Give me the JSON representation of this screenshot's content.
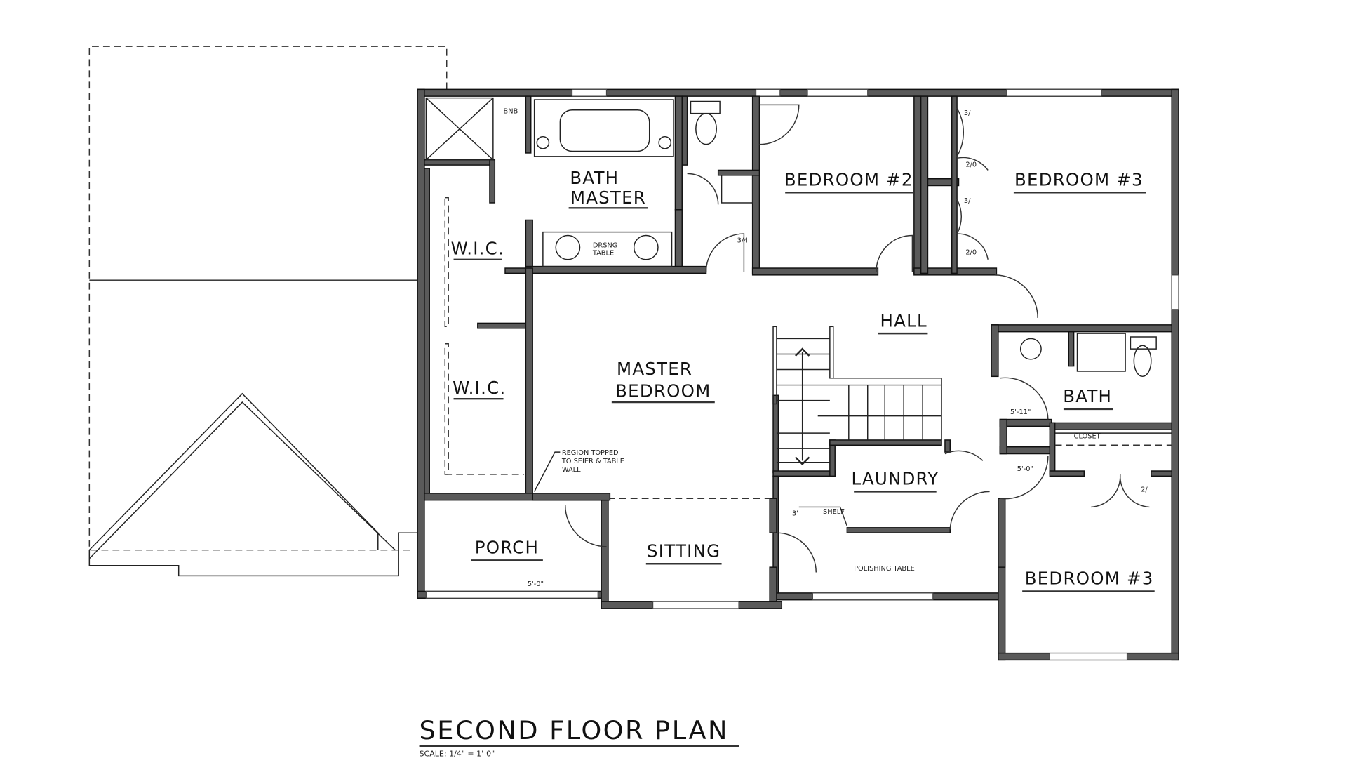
{
  "plan": {
    "title": "SECOND FLOOR PLAN",
    "scale": "SCALE: 1/4\" = 1'-0\"",
    "rooms": {
      "bath_master_1": "BATH",
      "bath_master_2": "MASTER",
      "bedroom2": "BEDROOM #2",
      "bedroom3_top": "BEDROOM #3",
      "wic_top": "W.I.C.",
      "wic_bottom": "W.I.C.",
      "hall": "HALL",
      "master_bedroom_1": "MASTER",
      "master_bedroom_2": "BEDROOM",
      "bath": "BATH",
      "laundry": "LAUNDRY",
      "porch": "PORCH",
      "sitting": "SITTING",
      "bedroom3_bottom": "BEDROOM #3"
    },
    "notes": {
      "shower_bench": "BNB",
      "dressing_table_1": "DRSNG",
      "dressing_table_2": "TABLE",
      "region_note_1": "REGION TOPPED",
      "region_note_2": "TO SEIER & TABLE",
      "region_note_3": "WALL",
      "porch_dim": "5'-0\"",
      "closet_label": "CLOSET",
      "bath_dim_1": "5'-11\"",
      "bath_dim_2": "5'-0\"",
      "laundry_shelf": "SHELF",
      "laundry_dim": "3'",
      "polishing_table": "POLISHING TABLE",
      "door_2_0_a": "2/0",
      "door_2_0_b": "2/0",
      "door_small_a": "3/",
      "door_small_b": "3/",
      "door_hall": "3/4",
      "door_closet": "2/"
    }
  }
}
